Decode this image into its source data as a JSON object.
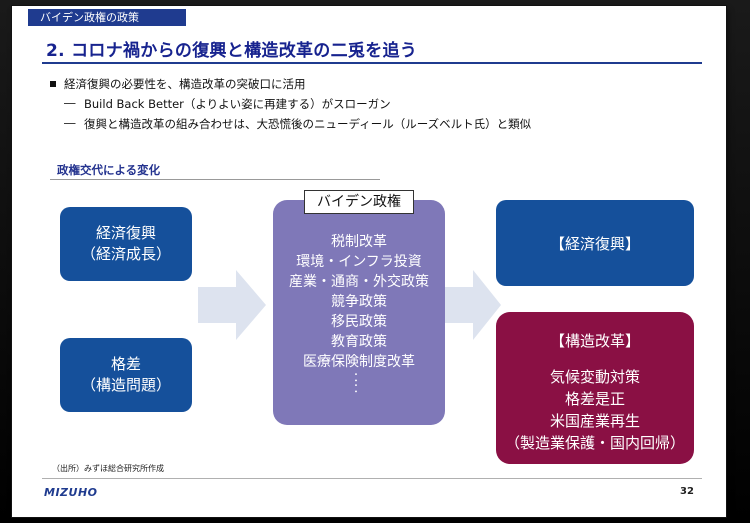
{
  "header": {
    "section_tab": "バイデン政権の政策",
    "title": "2. コロナ禍からの復興と構造改革の二兎を追う"
  },
  "bullets": {
    "main": "経済復興の必要性を、構造改革の突破口に活用",
    "sub1_dash": "―",
    "sub1": "Build Back Better（よりよい姿に再建する）がスローガン",
    "sub2_dash": "―",
    "sub2": "復興と構造改革の組み合わせは、大恐慌後のニューディール（ルーズベルト氏）と類似"
  },
  "section_heading": "政権交代による変化",
  "left_boxes": [
    {
      "line1": "経済復興",
      "line2": "（経済成長）"
    },
    {
      "line1": "格差",
      "line2": "（構造問題）"
    }
  ],
  "center": {
    "label": "バイデン政権",
    "policies": [
      "税制改革",
      "環境・インフラ投資",
      "産業・通商・外交政策",
      "競争政策",
      "移民政策",
      "教育政策",
      "医療保険制度改革",
      "：",
      "："
    ]
  },
  "right_top": {
    "title": "【経済復興】"
  },
  "right_bottom": {
    "title": "【構造改革】",
    "items": [
      "気候変動対策",
      "格差是正",
      "米国産業再生",
      "（製造業保護・国内回帰）"
    ]
  },
  "footer": {
    "source": "（出所）みずほ総合研究所作成",
    "logo_text": "MIZUHO",
    "page_number": "32"
  },
  "colors": {
    "navy": "#1f3b8f",
    "box_blue": "#15509b",
    "box_purple": "#7f78b8",
    "box_maroon": "#8a1044",
    "arrow": "#dde3ef"
  }
}
